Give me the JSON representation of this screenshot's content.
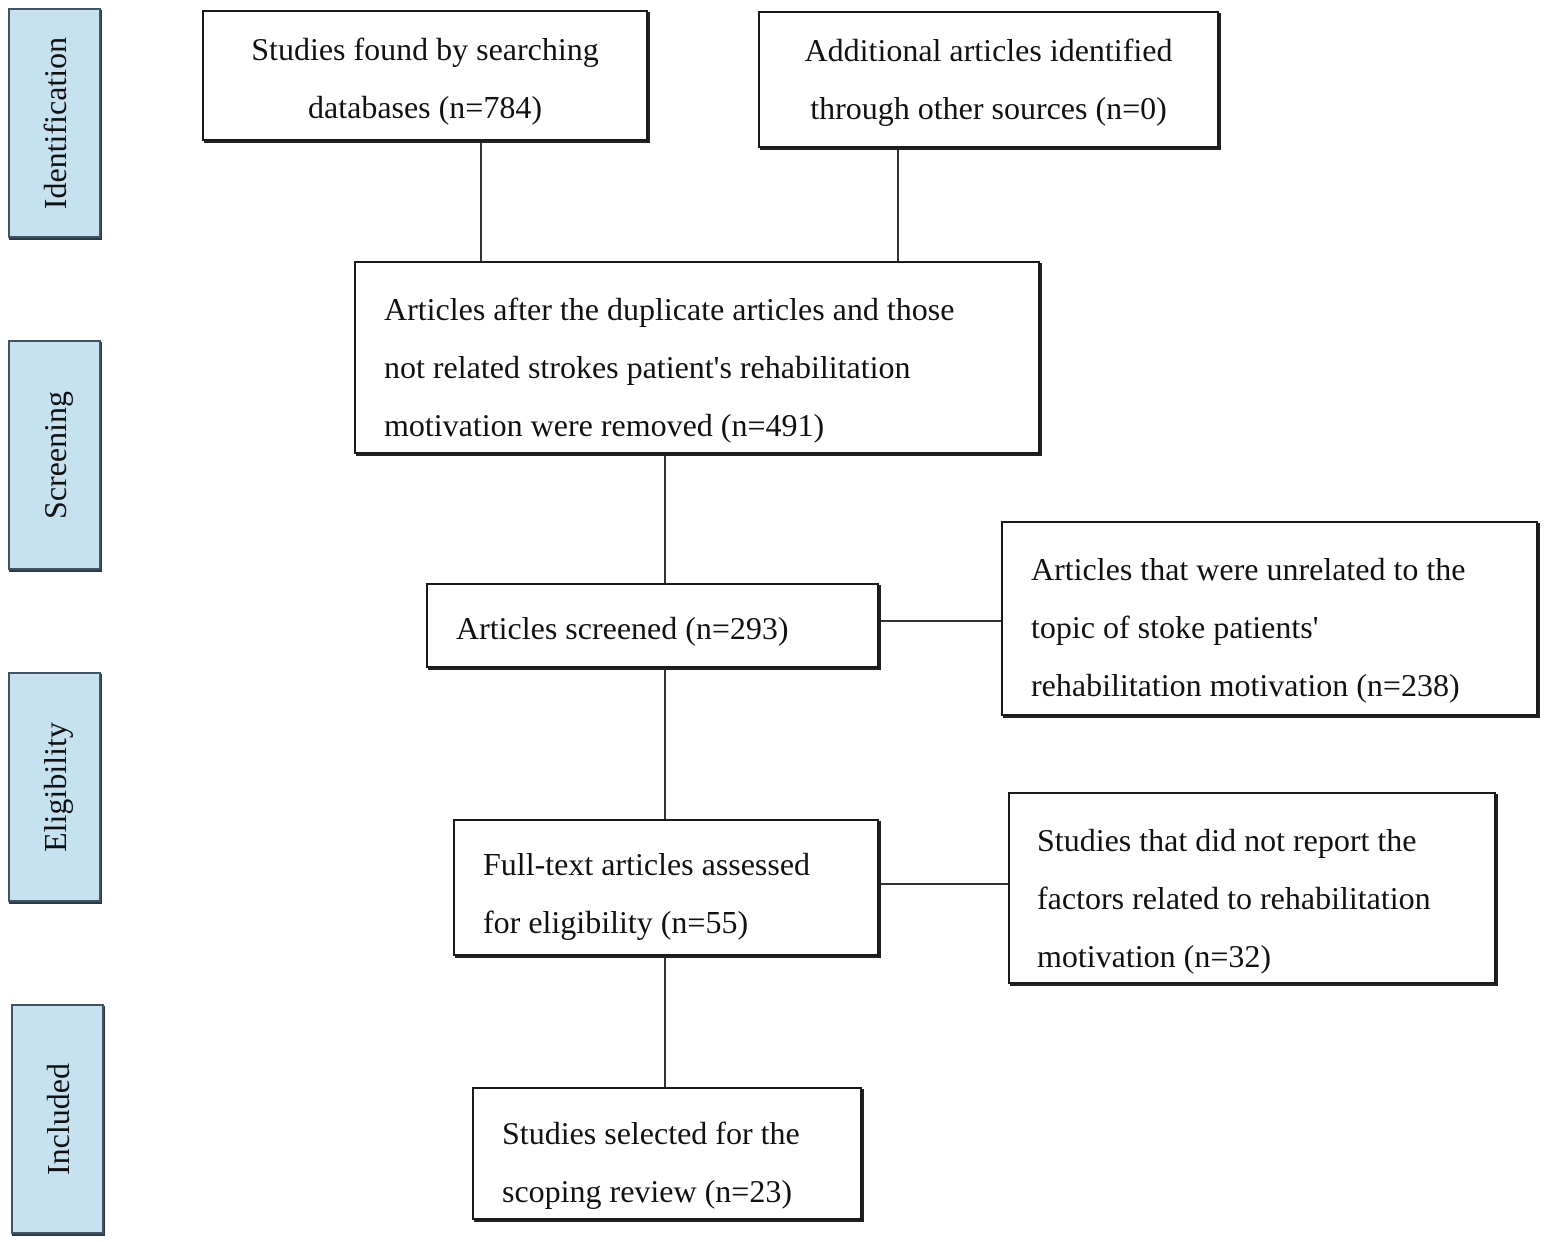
{
  "stages": [
    {
      "id": "identification",
      "label": "Identification"
    },
    {
      "id": "screening",
      "label": "Screening"
    },
    {
      "id": "eligibility",
      "label": "Eligibility"
    },
    {
      "id": "included",
      "label": "Included"
    }
  ],
  "boxes": {
    "database_search": {
      "lines": [
        "Studies found by searching",
        "databases (n=784)"
      ]
    },
    "other_sources": {
      "lines": [
        "Additional articles identified",
        "through other sources (n=0)"
      ]
    },
    "after_duplicates": {
      "lines": [
        "Articles after the duplicate articles and those",
        "not related strokes patient's rehabilitation",
        "motivation were removed (n=491)"
      ]
    },
    "screened": {
      "lines": [
        "Articles screened (n=293)"
      ]
    },
    "excluded_unrelated": {
      "lines": [
        "Articles that were unrelated to the",
        "topic of stoke patients'",
        "rehabilitation motivation (n=238)"
      ]
    },
    "full_text": {
      "lines": [
        "Full-text articles assessed",
        "for eligibility (n=55)"
      ]
    },
    "excluded_no_factors": {
      "lines": [
        "Studies that did not report the",
        "factors related to rehabilitation",
        "motivation (n=32)"
      ]
    },
    "selected": {
      "lines": [
        "Studies selected for the",
        "scoping review (n=23)"
      ]
    }
  }
}
